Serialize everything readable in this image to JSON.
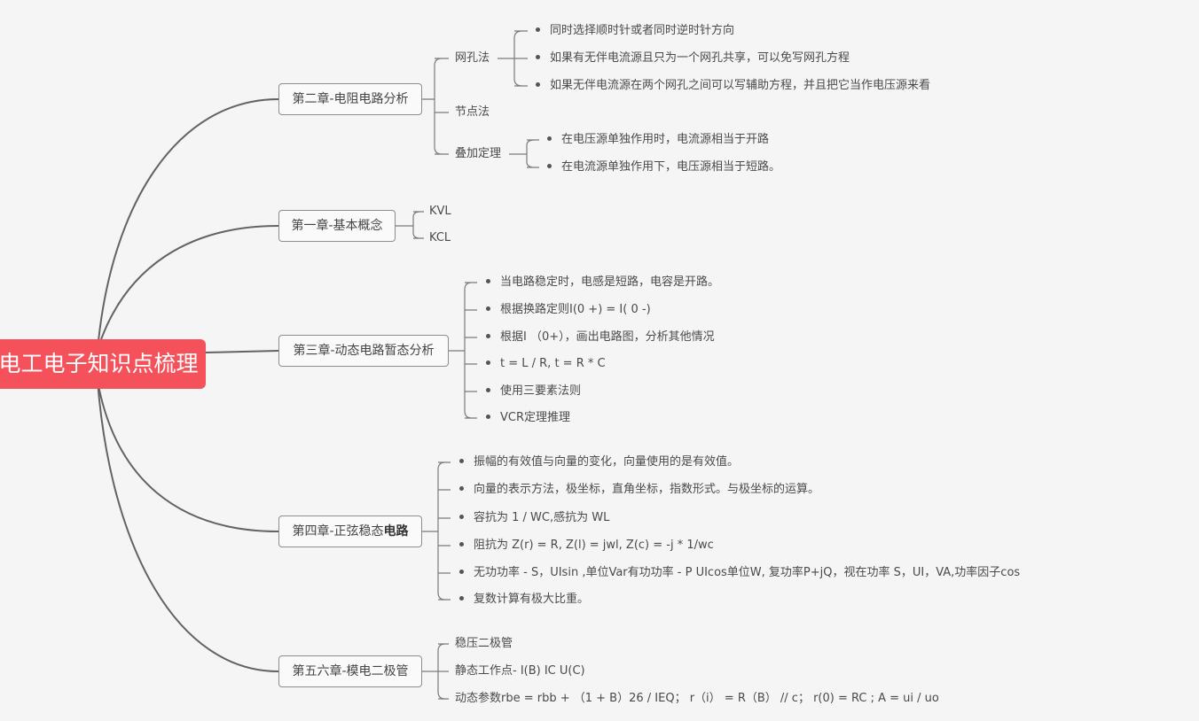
{
  "root": {
    "title": "电工电子知识点梳理",
    "color": "#f5515a"
  },
  "chapters": [
    {
      "title": "第二章-电阻电路分析",
      "subs": [
        {
          "label": "网孔法",
          "bullets": [
            "同时选择顺时针或者同时逆时针方向",
            "如果有无伴电流源且只为一个网孔共享，可以免写网孔方程",
            "如果无伴电流源在两个网孔之间可以写辅助方程，并且把它当作电压源来看"
          ]
        },
        {
          "label": "节点法"
        },
        {
          "label": "叠加定理",
          "bullets": [
            "在电压源单独作用时，电流源相当于开路",
            "在电流源单独作用下，电压源相当于短路。"
          ]
        }
      ]
    },
    {
      "title": "第一章-基本概念",
      "items": [
        "KVL",
        "KCL"
      ]
    },
    {
      "title": "第三章-动态电路暂态分析",
      "bullets": [
        "当电路稳定时，电感是短路，电容是开路。",
        "根据换路定则I(0 +) = I( 0 -)",
        "根据I （0+），画出电路图，分析其他情况",
        "t = L / R, t = R * C",
        "使用三要素法则",
        "VCR定理推理"
      ]
    },
    {
      "title_plain": "第四章-正弦稳态",
      "title_bold": "电路",
      "bullets": [
        "振幅的有效值与向量的变化，向量使用的是有效值。",
        "向量的表示方法，极坐标，直角坐标，指数形式。与极坐标的运算。",
        "容抗为 1 / WC,感抗为 WL",
        "阻抗为 Z(r) = R, Z(l) = jwl, Z(c) = -j * 1/wc",
        "无功功率 - S，UIsin ,单位Var有功功率 - P UIcos单位W, 复功率P+jQ，视在功率 S，UI，VA,功率因子cos",
        "复数计算有极大比重。"
      ]
    },
    {
      "title": "第五六章-模电二极管",
      "items": [
        "稳压二极管",
        "静态工作点- I(B) IC U(C)",
        "动态参数rbe = rbb + （1 + B）26 / IEQ；  r（i） =  R（B）  //  c；  r(0)  = RC ; A = ui / uo"
      ]
    }
  ]
}
